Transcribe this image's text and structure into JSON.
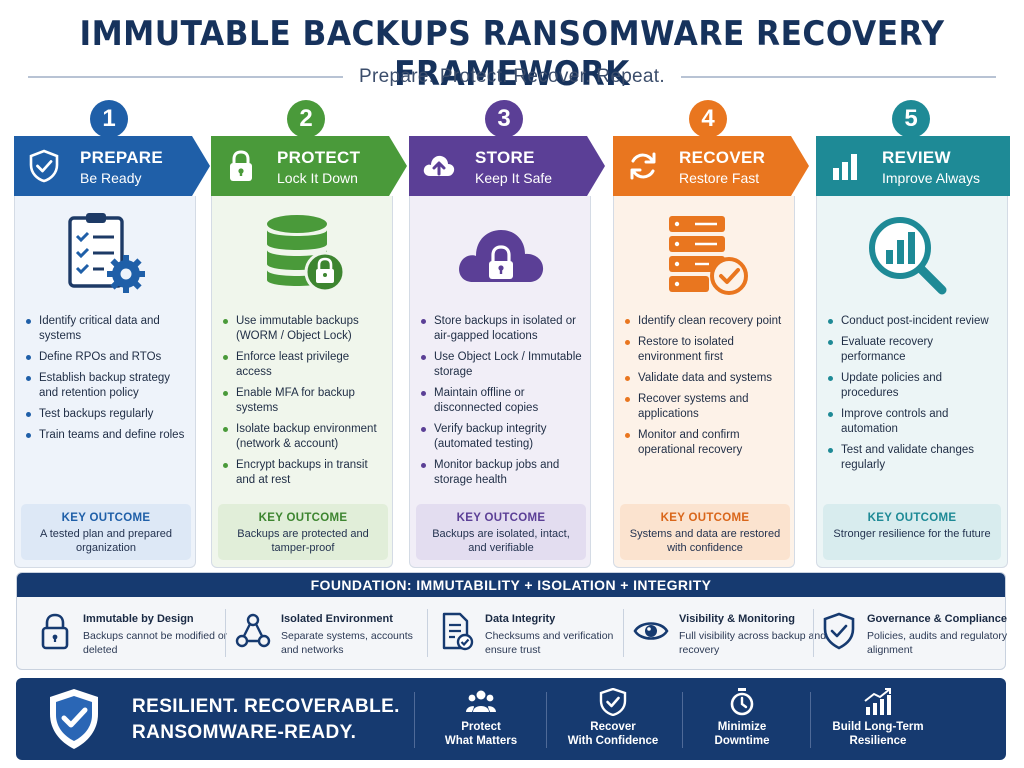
{
  "header": {
    "title": "IMMUTABLE BACKUPS RANSOMWARE RECOVERY FRAMEWORK",
    "subtitle": "Prepare. Protect. Recover. Repeat."
  },
  "colors": {
    "prepare": "#1f5fa8",
    "protect": "#4a9a3a",
    "store": "#5b3f96",
    "recover": "#e9761f",
    "review": "#1e8a96",
    "navy": "#163a70"
  },
  "steps": [
    {
      "number": "1",
      "name": "PREPARE",
      "tagline": "Be Ready",
      "icon": "shield-check-icon",
      "illustration": "checklist-gear-icon",
      "bullets": [
        "Identify critical data and systems",
        "Define RPOs and RTOs",
        "Establish backup strategy and retention policy",
        "Test backups regularly",
        "Train teams and define roles"
      ],
      "outcome_label": "KEY OUTCOME",
      "outcome_text": "A tested plan and prepared organization"
    },
    {
      "number": "2",
      "name": "PROTECT",
      "tagline": "Lock It Down",
      "icon": "lock-icon",
      "illustration": "database-lock-icon",
      "bullets": [
        "Use immutable backups (WORM / Object Lock)",
        "Enforce least privilege access",
        "Enable MFA for backup systems",
        "Isolate backup environment (network & account)",
        "Encrypt backups in transit and at rest"
      ],
      "outcome_label": "KEY OUTCOME",
      "outcome_text": "Backups are protected and tamper-proof"
    },
    {
      "number": "3",
      "name": "STORE",
      "tagline": "Keep It Safe",
      "icon": "cloud-upload-icon",
      "illustration": "cloud-lock-icon",
      "bullets": [
        "Store backups in isolated or air-gapped locations",
        "Use Object Lock / Immutable storage",
        "Maintain offline or disconnected copies",
        "Verify backup integrity (automated testing)",
        "Monitor backup jobs and storage health"
      ],
      "outcome_label": "KEY OUTCOME",
      "outcome_text": "Backups are isolated, intact, and verifiable"
    },
    {
      "number": "4",
      "name": "RECOVER",
      "tagline": "Restore Fast",
      "icon": "refresh-icon",
      "illustration": "server-check-icon",
      "bullets": [
        "Identify clean recovery point",
        "Restore to isolated environment first",
        "Validate data and systems",
        "Recover systems and applications",
        "Monitor and confirm operational recovery"
      ],
      "outcome_label": "KEY OUTCOME",
      "outcome_text": "Systems and data are restored with confidence"
    },
    {
      "number": "5",
      "name": "REVIEW",
      "tagline": "Improve Always",
      "icon": "bar-chart-icon",
      "illustration": "magnifier-chart-icon",
      "bullets": [
        "Conduct post-incident review",
        "Evaluate recovery performance",
        "Update policies and procedures",
        "Improve controls and automation",
        "Test and validate changes regularly"
      ],
      "outcome_label": "KEY OUTCOME",
      "outcome_text": "Stronger resilience for the future"
    }
  ],
  "foundation": {
    "title": "FOUNDATION: IMMUTABILITY + ISOLATION + INTEGRITY",
    "items": [
      {
        "title": "Immutable by Design",
        "desc": "Backups cannot be modified or deleted",
        "icon": "lock-icon"
      },
      {
        "title": "Isolated Environment",
        "desc": "Separate systems, accounts and networks",
        "icon": "network-nodes-icon"
      },
      {
        "title": "Data Integrity",
        "desc": "Checksums and verification ensure trust",
        "icon": "document-check-icon"
      },
      {
        "title": "Visibility & Monitoring",
        "desc": "Full visibility across backup and recovery",
        "icon": "eye-icon"
      },
      {
        "title": "Governance & Compliance",
        "desc": "Policies, audits and regulatory alignment",
        "icon": "shield-icon"
      }
    ]
  },
  "bottom": {
    "line1": "RESILIENT. RECOVERABLE.",
    "line2": "RANSOMWARE-READY.",
    "items": [
      {
        "line1": "Protect",
        "line2": "What Matters",
        "icon": "people-icon"
      },
      {
        "line1": "Recover",
        "line2": "With Confidence",
        "icon": "shield-check-icon"
      },
      {
        "line1": "Minimize",
        "line2": "Downtime",
        "icon": "stopwatch-icon"
      },
      {
        "line1": "Build Long-Term",
        "line2": "Resilience",
        "icon": "growth-chart-icon"
      }
    ]
  }
}
